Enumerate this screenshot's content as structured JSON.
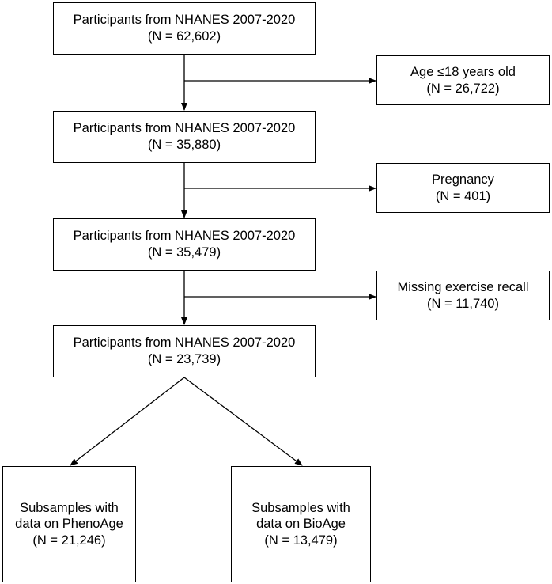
{
  "flow": {
    "steps": [
      {
        "line1": "Participants  from NHANES 2007-2020",
        "line2": "(N = 62,602)"
      },
      {
        "line1": "Participants  from NHANES 2007-2020",
        "line2": "(N = 35,880)"
      },
      {
        "line1": "Participants  from NHANES 2007-2020",
        "line2": "(N = 35,479)"
      },
      {
        "line1": "Participants  from NHANES 2007-2020",
        "line2": "(N = 23,739)"
      }
    ],
    "exclusions": [
      {
        "line1": "Age ≤18 years old",
        "line2": "(N = 26,722)"
      },
      {
        "line1": "Pregnancy",
        "line2": "(N = 401)"
      },
      {
        "line1": "Missing exercise recall",
        "line2": "(N = 11,740)"
      }
    ],
    "subsamples": [
      {
        "line1": "Subsamples with",
        "line2": "data on PhenoAge",
        "line3": "(N = 21,246)"
      },
      {
        "line1": "Subsamples with",
        "line2": "data on BioAge",
        "line3": "(N = 13,479)"
      }
    ]
  },
  "colors": {
    "stroke": "#000000",
    "background": "#ffffff"
  }
}
